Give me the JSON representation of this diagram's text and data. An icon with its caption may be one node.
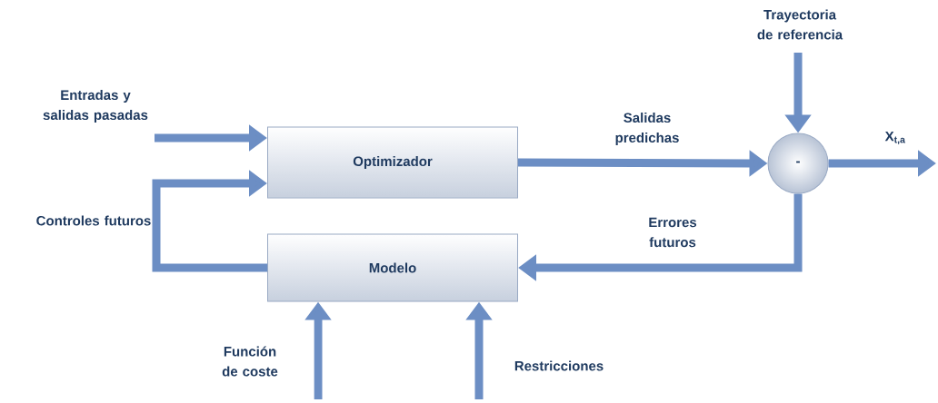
{
  "diagram": {
    "nodes": [
      {
        "text": [
          "Optimizador"
        ]
      },
      {
        "text": [
          "Modelo"
        ]
      },
      {
        "text": [
          "-"
        ]
      }
    ],
    "edges": [
      {
        "from": null,
        "to": 0,
        "arrow": "to",
        "label": "Entradas y salidas pasadas"
      },
      {
        "from": 0,
        "to": 2,
        "arrow": "to",
        "label": "Salidas predichas"
      },
      {
        "from": null,
        "to": 2,
        "arrow": "to",
        "label": "Trayectoria de referencia"
      },
      {
        "from": 2,
        "to": null,
        "arrow": "to",
        "label": "X$_{t,a}$"
      },
      {
        "from": 2,
        "to": 1,
        "arrow": "to",
        "label": "Errores futuros"
      },
      {
        "from": 1,
        "to": 0,
        "arrow": "to",
        "label": "Controles futuros"
      },
      {
        "from": null,
        "to": 1,
        "arrow": "to",
        "label": "Función de coste"
      },
      {
        "from": null,
        "to": 1,
        "arrow": "to",
        "label": "Restricciones"
      }
    ]
  }
}
